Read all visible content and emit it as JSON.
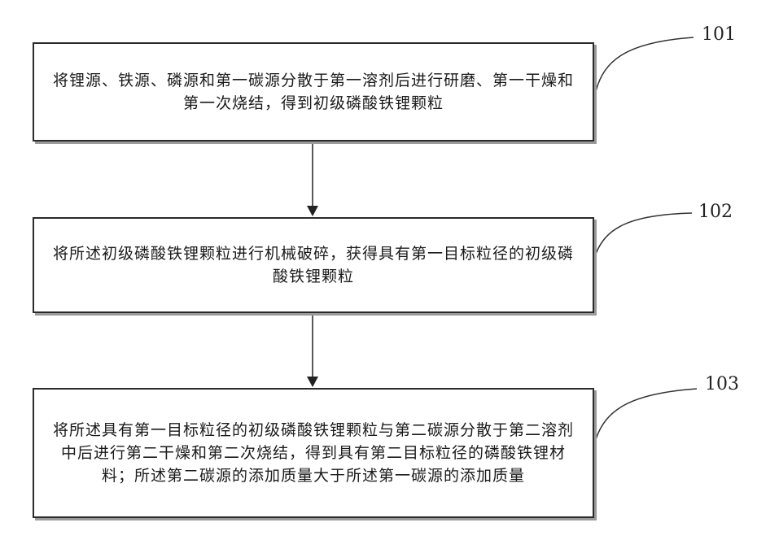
{
  "steps": [
    {
      "number": "101",
      "text": "将锂源、铁源、磷源和第一碳源分散于第一溶剂后进行研磨、第一干燥和第一次烧结，得到初级磷酸铁锂颗粒"
    },
    {
      "number": "102",
      "text": "将所述初级磷酸铁锂颗粒进行机械破碎，获得具有第一目标粒径的初级磷酸铁锂颗粒"
    },
    {
      "number": "103",
      "text": "将所述具有第一目标粒径的初级磷酸铁锂颗粒与第二碳源分散于第二溶剂中后进行第二干燥和第二次烧结，得到具有第二目标粒径的磷酸铁锂材料；所述第二碳源的添加质量大于所述第一碳源的添加质量"
    }
  ]
}
